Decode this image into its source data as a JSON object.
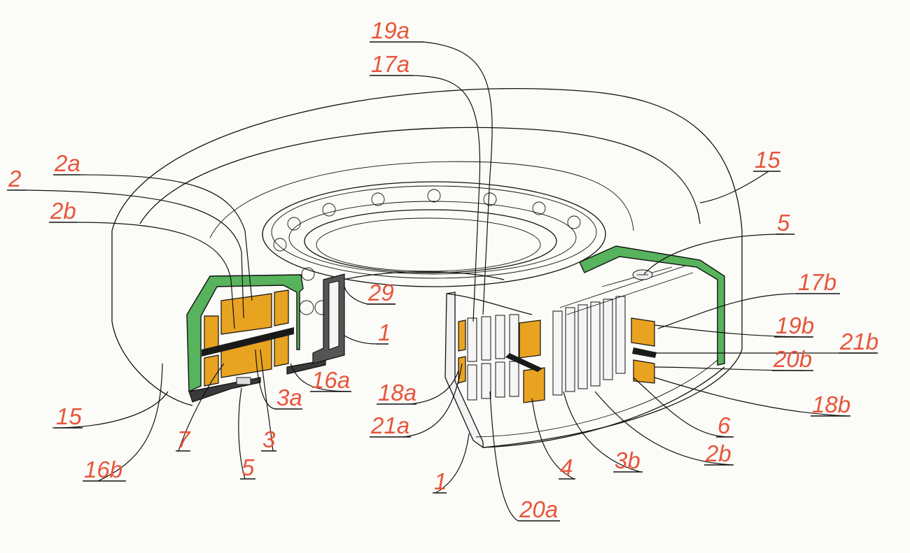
{
  "figure": {
    "colors": {
      "label": "#e8553a",
      "winding": "#e8a321",
      "housing": "#57b35c",
      "line": "#111111",
      "background": "#fbfbf8"
    },
    "labels": {
      "l19a": "19a",
      "l17a": "17a",
      "l15_right": "15",
      "l2a": "2a",
      "l2": "2",
      "l2b_left": "2b",
      "l5_right": "5",
      "l17b": "17b",
      "l29": "29",
      "l1_mid": "1",
      "l19b": "19b",
      "l21b": "21b",
      "l20b": "20b",
      "l16a": "16a",
      "l18a": "18a",
      "l15_left": "15",
      "l3a": "3a",
      "l21a": "21a",
      "l6": "6",
      "l18b": "18b",
      "l7": "7",
      "l3": "3",
      "l2b_right": "2b",
      "l16b": "16b",
      "l5_bottom": "5",
      "l1_bottom": "1",
      "l4": "4",
      "l3b": "3b",
      "l20a": "20a"
    }
  }
}
